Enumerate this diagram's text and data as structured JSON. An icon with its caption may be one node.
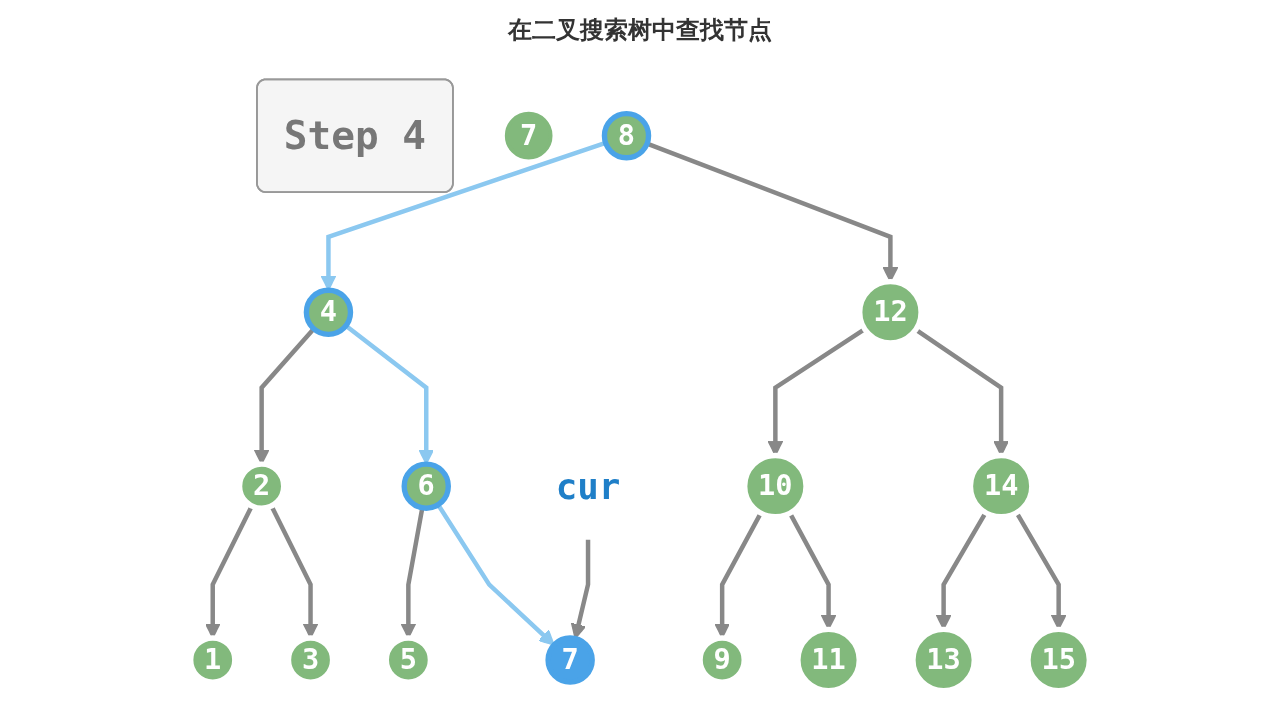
{
  "diagram": {
    "title": "在二叉搜索树中查找节点",
    "nodes": [
      {
        "text": [
          "7"
        ]
      },
      {
        "text": [
          "8"
        ]
      },
      {
        "text": [
          "4"
        ]
      },
      {
        "text": [
          "12"
        ]
      },
      {
        "text": [
          "2"
        ]
      },
      {
        "text": [
          "6"
        ]
      },
      {
        "text": [
          "10"
        ]
      },
      {
        "text": [
          "14"
        ]
      },
      {
        "text": [
          "1"
        ]
      },
      {
        "text": [
          "3"
        ]
      },
      {
        "text": [
          "5"
        ]
      },
      {
        "text": [
          "7"
        ]
      },
      {
        "text": [
          "9"
        ]
      },
      {
        "text": [
          "11"
        ]
      },
      {
        "text": [
          "13"
        ]
      },
      {
        "text": [
          "15"
        ]
      },
      {
        "text": [
          "cur"
        ]
      },
      {
        "text": [
          "Step 4"
        ]
      }
    ],
    "edges": [
      {
        "from": 1,
        "to": 2,
        "arrow": "to",
        "color": "#8bc8f0"
      },
      {
        "from": 1,
        "to": 3,
        "arrow": "to"
      },
      {
        "from": 2,
        "to": 4,
        "arrow": "to"
      },
      {
        "from": 2,
        "to": 5,
        "arrow": "to",
        "color": "#8bc8f0"
      },
      {
        "from": 3,
        "to": 6,
        "arrow": "to"
      },
      {
        "from": 3,
        "to": 7,
        "arrow": "to"
      },
      {
        "from": 4,
        "to": 8,
        "arrow": "to"
      },
      {
        "from": 4,
        "to": 9,
        "arrow": "to"
      },
      {
        "from": 5,
        "to": 10,
        "arrow": "to"
      },
      {
        "from": 5,
        "to": 11,
        "arrow": "to",
        "color": "#8bc8f0"
      },
      {
        "from": 6,
        "to": 12,
        "arrow": "to"
      },
      {
        "from": 6,
        "to": 13,
        "arrow": "to"
      },
      {
        "from": 7,
        "to": 14,
        "arrow": "to"
      },
      {
        "from": 7,
        "to": 15,
        "arrow": "to"
      },
      {
        "from": 16,
        "to": 11,
        "arrow": "to"
      }
    ]
  }
}
